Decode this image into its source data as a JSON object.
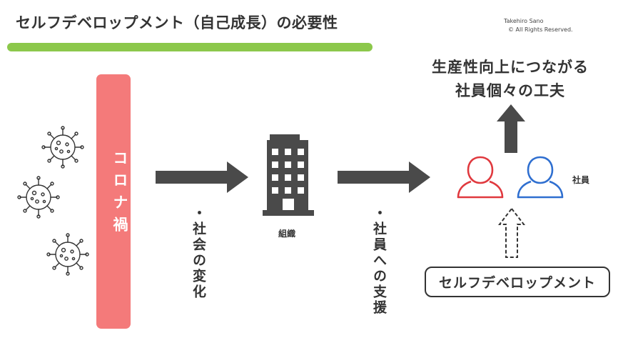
{
  "header": {
    "title": "セルフデベロップメント（自己成長）の必要性",
    "credit_author": "Takehiro Sano",
    "credit_rights": "©  All Rights Reserved.",
    "accent_color": "#8cc84b"
  },
  "left": {
    "bar_text": "コロナ禍",
    "bar_color": "#f47a7a",
    "icons": [
      "virus-icon",
      "virus-icon",
      "virus-icon"
    ]
  },
  "flow": {
    "arrow1_label": "・社会の変化",
    "org_label": "組織",
    "org_icon": "building-icon",
    "arrow2_label": "・社員への支援"
  },
  "right": {
    "goal_line1": "生産性向上につながる",
    "goal_line2": "社員個々の工夫",
    "employee_label": "社員",
    "employee_icons": [
      "person-icon-red",
      "person-icon-blue"
    ],
    "person_colors": [
      "#e0393e",
      "#2f6fd0"
    ],
    "self_dev": "セルフデベロップメント"
  }
}
